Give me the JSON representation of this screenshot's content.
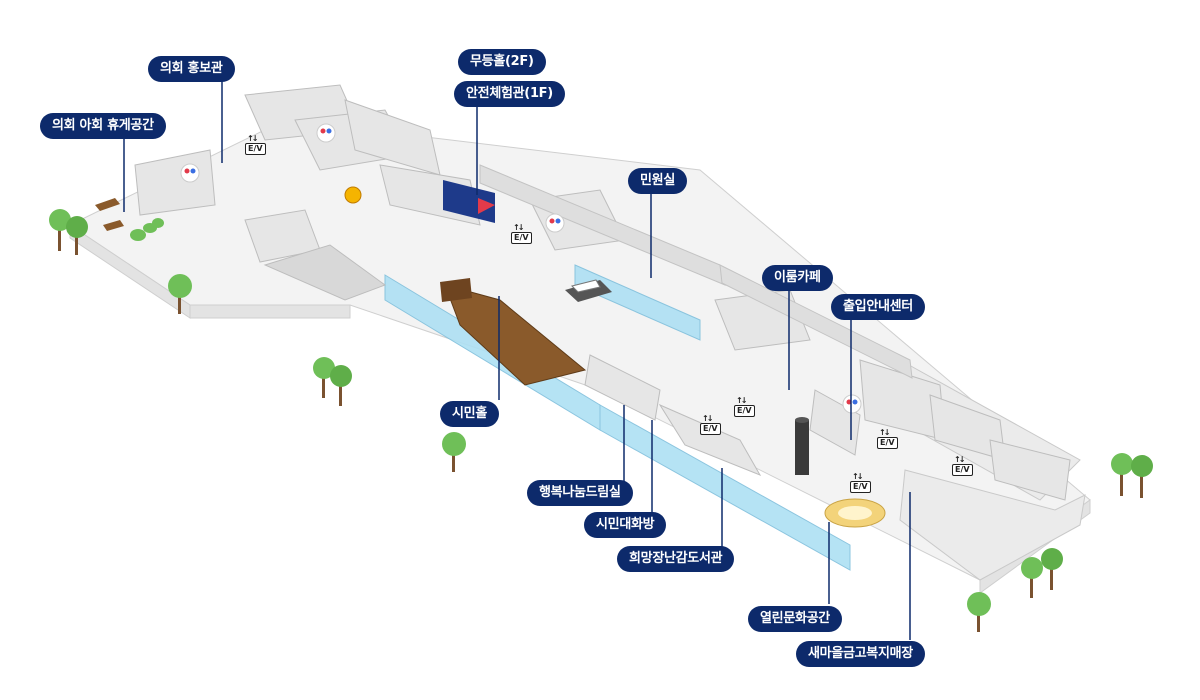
{
  "labels": {
    "lounge": "의회 아회 휴게공간",
    "pr_hall": "의회 홍보관",
    "dance_hall": "무등홀(2F)",
    "safety_hall": "안전체험관(1F)",
    "civil_office": "민원실",
    "cafe": "이룸카페",
    "info_center": "출입안내센터",
    "citizen_hall": "시민홀",
    "sharing_room": "행복나눔드림실",
    "talk_room": "시민대화방",
    "toy_library": "희망장난감도서관",
    "culture_space": "열린문화공간",
    "welfare_store": "새마을금고복지매장"
  },
  "icons": {
    "elevator": "E/V",
    "restroom": "restroom-icon",
    "tree": "tree-icon",
    "bench": "bench-icon"
  },
  "colors": {
    "label_bg": "#0d2a6b",
    "wall": "#d9d9d9",
    "floor": "#f4f4f4",
    "glass": "#a9d8ee",
    "wood": "#8a5a2b",
    "tree": "#6fbf58"
  }
}
